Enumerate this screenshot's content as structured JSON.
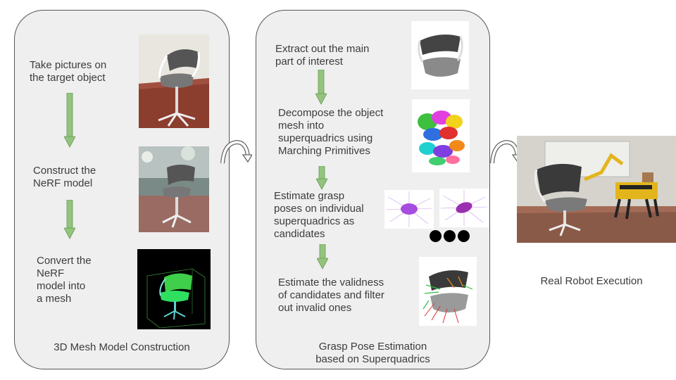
{
  "left_panel": {
    "caption": "3D Mesh Model Construction",
    "steps": [
      "Take pictures on\nthe target object",
      "Construct the\nNeRF model",
      "Convert the\nNeRF\nmodel into\na mesh"
    ]
  },
  "middle_panel": {
    "caption": "Grasp Pose Estimation\nbased on Superquadrics",
    "steps": [
      "Extract out the main\npart of interest",
      "Decompose the object\nmesh into\nsuperquadrics using\nMarching Primitives",
      "Estimate grasp\nposes on individual\nsuperquadrics as\ncandidates",
      "Estimate the validness\nof candidates and filter\nout invalid ones"
    ]
  },
  "right": {
    "caption": "Real Robot Execution"
  },
  "colors": {
    "panel_fill": "#efefef",
    "panel_border": "#555555",
    "arrow_green": "#93c47d"
  }
}
